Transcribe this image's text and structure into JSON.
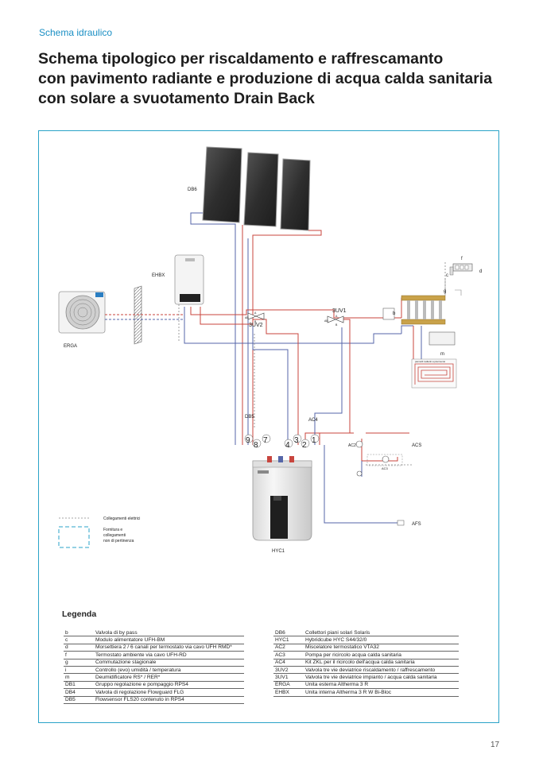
{
  "header": {
    "section": "Schema idraulico",
    "title_lines": [
      "Schema tipologico per riscaldamento e raffrescamanto",
      "con pavimento radiante e produzione di acqua calda sanitaria",
      "con solare a svuotamento Drain Back"
    ]
  },
  "diagram": {
    "labels": {
      "db6": "DB6",
      "ehbx": "EHBX",
      "erga": "ERGA",
      "hyc1": "HYC1",
      "db5": "DB5",
      "ac4": "AC4",
      "ac2": "AC2",
      "ac3": "AC3",
      "acs": "ACS",
      "afs": "AFS",
      "v3uv1": "3UV1",
      "v3uv2": "3UV2",
      "b": "b",
      "c": "c",
      "d": "d",
      "f": "f",
      "g": "g",
      "m": "m",
      "p9": "9",
      "p8": "8",
      "p7": "7",
      "p4": "4",
      "p3": "3",
      "p2": "2",
      "p1": "1",
      "ab1": "AB",
      "a1": "A",
      "b1": "B",
      "ab2": "AB",
      "a2": "A",
      "b2": "B",
      "floor_caption": "pannelli radianti a pavimento"
    },
    "key": {
      "electrical": "Collegamenti elettrici",
      "supply_lines": [
        "Fornitura e",
        "collegamenti",
        "non di pertinenza"
      ]
    }
  },
  "legend": {
    "title": "Legenda",
    "left": [
      {
        "k": "b",
        "v": "Valvola di by pass"
      },
      {
        "k": "c",
        "v": "Modulo alimentatore UFH-BM"
      },
      {
        "k": "d",
        "v": "Morsettiera 2 / 6 canali per termostato via cavo UFH RMD*"
      },
      {
        "k": "f",
        "v": "Termostato ambiente via cavo UFH-RD"
      },
      {
        "k": "g",
        "v": "Commutazione stagionale"
      },
      {
        "k": "i",
        "v": "Controllo (evo) umidità / temperatura"
      },
      {
        "k": "m",
        "v": "Deumidificatore RS* / RER*"
      },
      {
        "k": "DB1",
        "v": "Gruppo regolazione e pompaggio RPS4"
      },
      {
        "k": "DB4",
        "v": "Valvola di regolazione Flowguard FLG"
      },
      {
        "k": "DB5",
        "v": "Flowsensor FLS20 contenuto in RPS4"
      }
    ],
    "right": [
      {
        "k": "DB6",
        "v": "Collettori piani solari Solaris"
      },
      {
        "k": "HYC1",
        "v": "Hybridcube HYC S44/32/0"
      },
      {
        "k": "AC2",
        "v": "Miscelatore termostatico VTA32"
      },
      {
        "k": "AC3",
        "v": "Pompa per ricircolo acqua calda sanitaria"
      },
      {
        "k": "AC4",
        "v": "Kit ZKL per il ricircolo dell'acqua calda sanitaria"
      },
      {
        "k": "3UV2",
        "v": "Valvola tre vie deviatrice riscaldamento / raffrescamento"
      },
      {
        "k": "3UV1",
        "v": "Valvola tre vie deviatrice impianto / acqua calda sanitaria"
      },
      {
        "k": "ERGA",
        "v": "Unita esterna Altherma 3 R"
      },
      {
        "k": "EHBX",
        "v": "Unita interna Altherma 3 R W Bi-Bloc"
      }
    ]
  },
  "footer": {
    "page": "17"
  },
  "colors": {
    "accent": "#1a8fc4",
    "frame": "#2aa3c8",
    "hot": "#c8453e",
    "cold": "#5566a8",
    "panel": "#333333"
  }
}
